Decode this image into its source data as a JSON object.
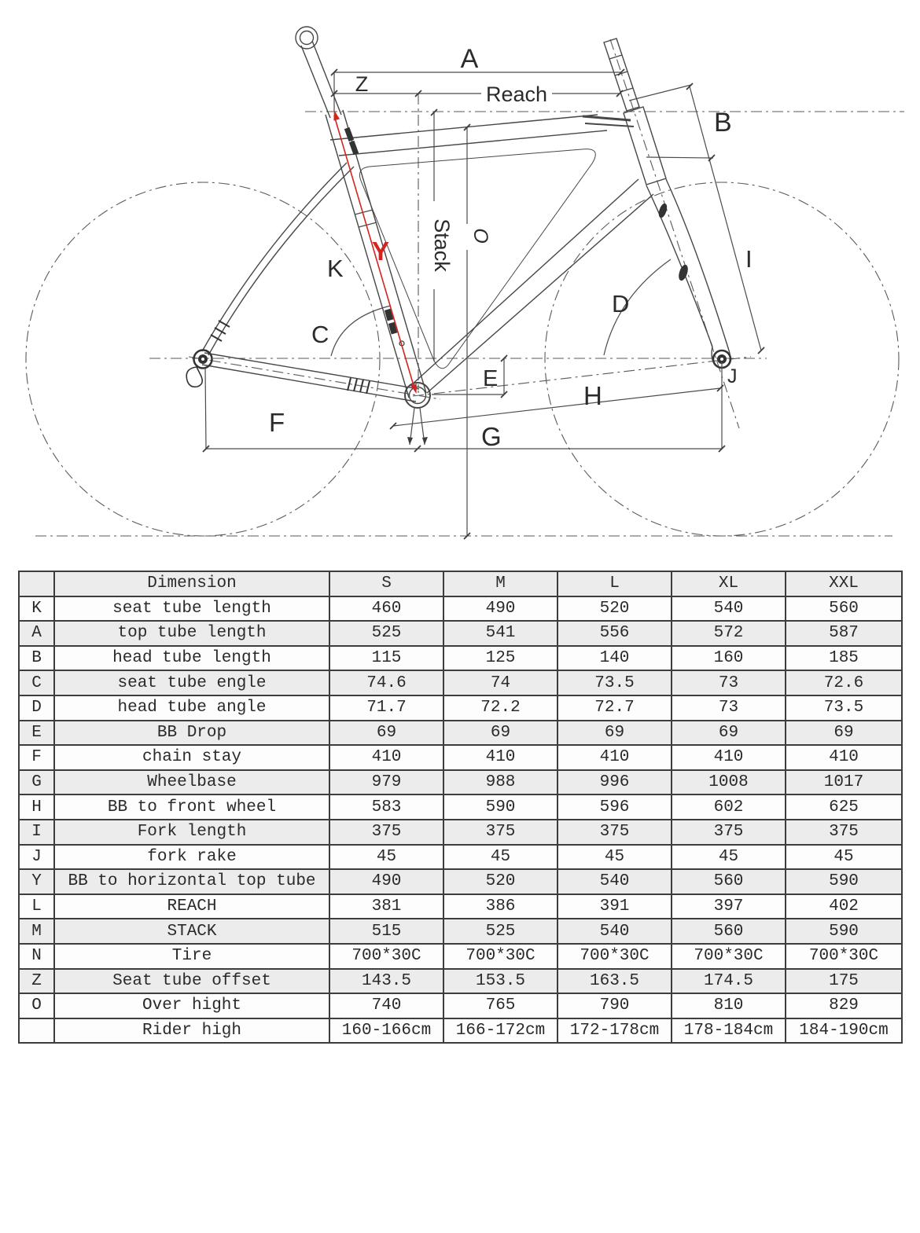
{
  "diagram": {
    "labels": {
      "a": "A",
      "z": "Z",
      "reach": "Reach",
      "b": "B",
      "stack": "Stack",
      "o": "O",
      "y": "Y",
      "k": "K",
      "c": "C",
      "d": "D",
      "e": "E",
      "f": "F",
      "g": "G",
      "h": "H",
      "i": "I",
      "j": "J"
    },
    "colors": {
      "line": "#4b4b4b",
      "accent_red": "#d2251f"
    }
  },
  "table": {
    "columns": [
      "",
      "Dimension",
      "S",
      "M",
      "L",
      "XL",
      "XXL"
    ],
    "rows": [
      {
        "key": "K",
        "label": "seat tube length",
        "values": [
          "460",
          "490",
          "520",
          "540",
          "560"
        ],
        "shaded": false
      },
      {
        "key": "A",
        "label": "top tube length",
        "values": [
          "525",
          "541",
          "556",
          "572",
          "587"
        ],
        "shaded": true
      },
      {
        "key": "B",
        "label": "head tube length",
        "values": [
          "115",
          "125",
          "140",
          "160",
          "185"
        ],
        "shaded": false
      },
      {
        "key": "C",
        "label": "seat tube engle",
        "values": [
          "74.6",
          "74",
          "73.5",
          "73",
          "72.6"
        ],
        "shaded": true
      },
      {
        "key": "D",
        "label": "head tube angle",
        "values": [
          "71.7",
          "72.2",
          "72.7",
          "73",
          "73.5"
        ],
        "shaded": false
      },
      {
        "key": "E",
        "label": "BB Drop",
        "values": [
          "69",
          "69",
          "69",
          "69",
          "69"
        ],
        "shaded": true
      },
      {
        "key": "F",
        "label": "chain stay",
        "values": [
          "410",
          "410",
          "410",
          "410",
          "410"
        ],
        "shaded": false
      },
      {
        "key": "G",
        "label": "Wheelbase",
        "values": [
          "979",
          "988",
          "996",
          "1008",
          "1017"
        ],
        "shaded": true
      },
      {
        "key": "H",
        "label": "BB to front wheel",
        "values": [
          "583",
          "590",
          "596",
          "602",
          "625"
        ],
        "shaded": false
      },
      {
        "key": "I",
        "label": "Fork length",
        "values": [
          "375",
          "375",
          "375",
          "375",
          "375"
        ],
        "shaded": true
      },
      {
        "key": "J",
        "label": "fork rake",
        "values": [
          "45",
          "45",
          "45",
          "45",
          "45"
        ],
        "shaded": false
      },
      {
        "key": "Y",
        "label": "BB to horizontal top tube",
        "values": [
          "490",
          "520",
          "540",
          "560",
          "590"
        ],
        "shaded": true
      },
      {
        "key": "L",
        "label": "REACH",
        "values": [
          "381",
          "386",
          "391",
          "397",
          "402"
        ],
        "shaded": false
      },
      {
        "key": "M",
        "label": "STACK",
        "values": [
          "515",
          "525",
          "540",
          "560",
          "590"
        ],
        "shaded": true
      },
      {
        "key": "N",
        "label": "Tire",
        "values": [
          "700*30C",
          "700*30C",
          "700*30C",
          "700*30C",
          "700*30C"
        ],
        "shaded": false
      },
      {
        "key": "Z",
        "label": "Seat tube offset",
        "values": [
          "143.5",
          "153.5",
          "163.5",
          "174.5",
          "175"
        ],
        "shaded": true
      },
      {
        "key": "O",
        "label": "Over hight",
        "values": [
          "740",
          "765",
          "790",
          "810",
          "829"
        ],
        "shaded": false
      },
      {
        "key": "",
        "label": "Rider high",
        "values": [
          "160-166cm",
          "166-172cm",
          "172-178cm",
          "178-184cm",
          "184-190cm"
        ],
        "shaded": false
      }
    ]
  }
}
